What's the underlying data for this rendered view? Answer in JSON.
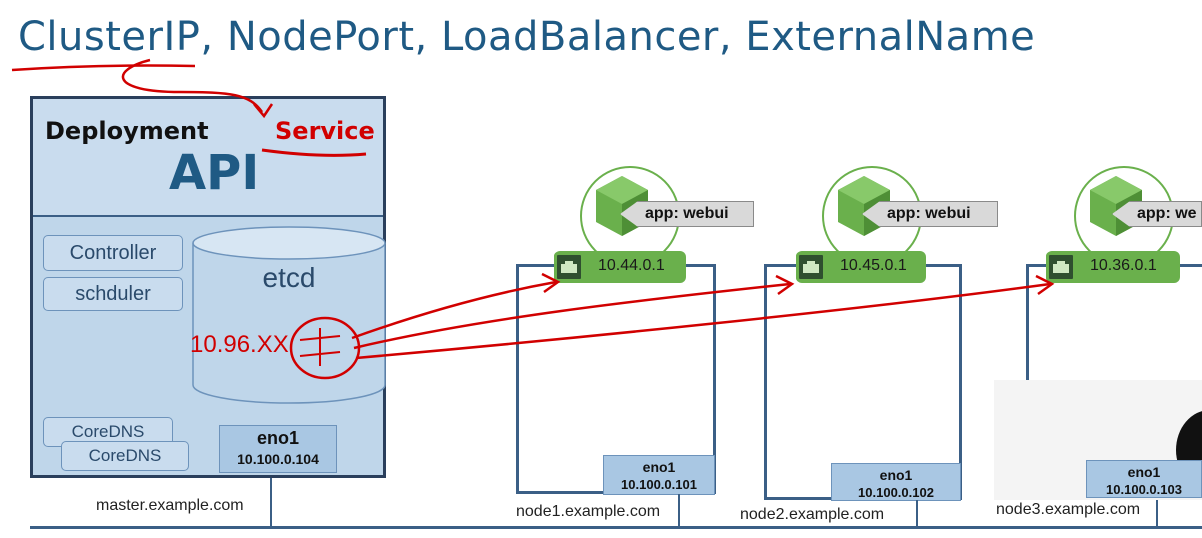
{
  "title": "ClusterIP, NodePort, LoadBalancer, ExternalName",
  "master": {
    "deployment_label": "Deployment",
    "service_label": "Service",
    "api_label": "API",
    "controller_label": "Controller",
    "scheduler_label": "schduler",
    "etcd_label": "etcd",
    "coredns_labels": [
      "CoreDNS",
      "CoreDNS"
    ],
    "eno_name": "eno1",
    "eno_ip": "10.100.0.104",
    "hostname": "master.example.com"
  },
  "handwritten_note": "10.96.XX",
  "nodes": [
    {
      "hostname": "node1.example.com",
      "eno_name": "eno1",
      "eno_ip": "10.100.0.101",
      "pod_ip": "10.44.0.1",
      "app_label": "app: webui"
    },
    {
      "hostname": "node2.example.com",
      "eno_name": "eno1",
      "eno_ip": "10.100.0.102",
      "pod_ip": "10.45.0.1",
      "app_label": "app: webui"
    },
    {
      "hostname": "node3.example.com",
      "eno_name": "eno1",
      "eno_ip": "10.100.0.103",
      "pod_ip": "10.36.0.1",
      "app_label": "app: we"
    }
  ],
  "colors": {
    "title": "#1f5a84",
    "annotation_red": "#d10000",
    "pod_green": "#6ab04c",
    "box_blue": "#bfd6ea",
    "border_navy": "#3b5f86"
  }
}
